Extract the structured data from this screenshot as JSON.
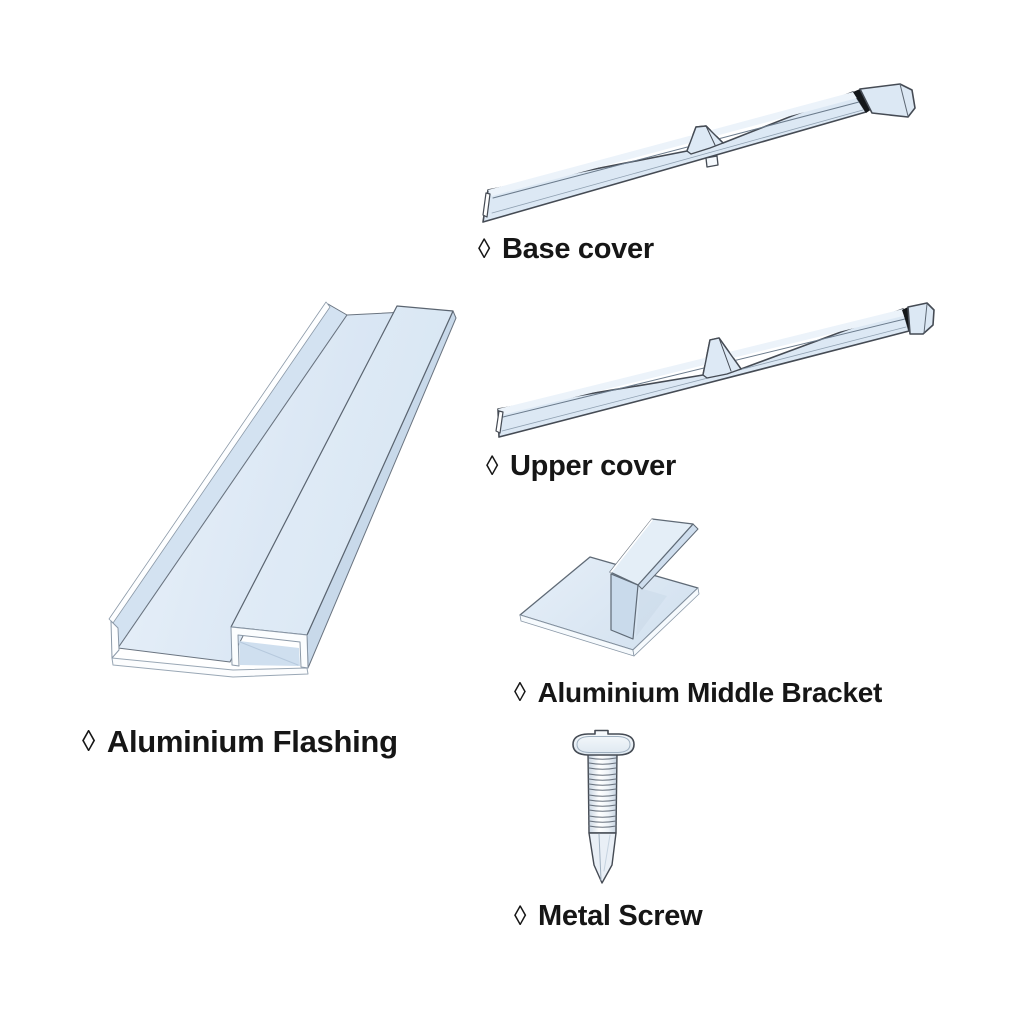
{
  "diagram": {
    "bullet_char": "◊",
    "parts": [
      {
        "id": "base-cover",
        "label": "Base cover"
      },
      {
        "id": "upper-cover",
        "label": "Upper cover"
      },
      {
        "id": "aluminium-flashing",
        "label": "Aluminium Flashing"
      },
      {
        "id": "aluminium-middle-bracket",
        "label": "Aluminium Middle Bracket"
      },
      {
        "id": "metal-screw",
        "label": "Metal Screw"
      }
    ],
    "colors": {
      "background": "#ffffff",
      "part_fill": "#dce8f4",
      "part_fill_light": "#ecf3fa",
      "part_fill_dark": "#c8d9ea",
      "outline": "#454b54",
      "end_cap_stripe": "#14171a",
      "label_text": "#161616"
    }
  }
}
